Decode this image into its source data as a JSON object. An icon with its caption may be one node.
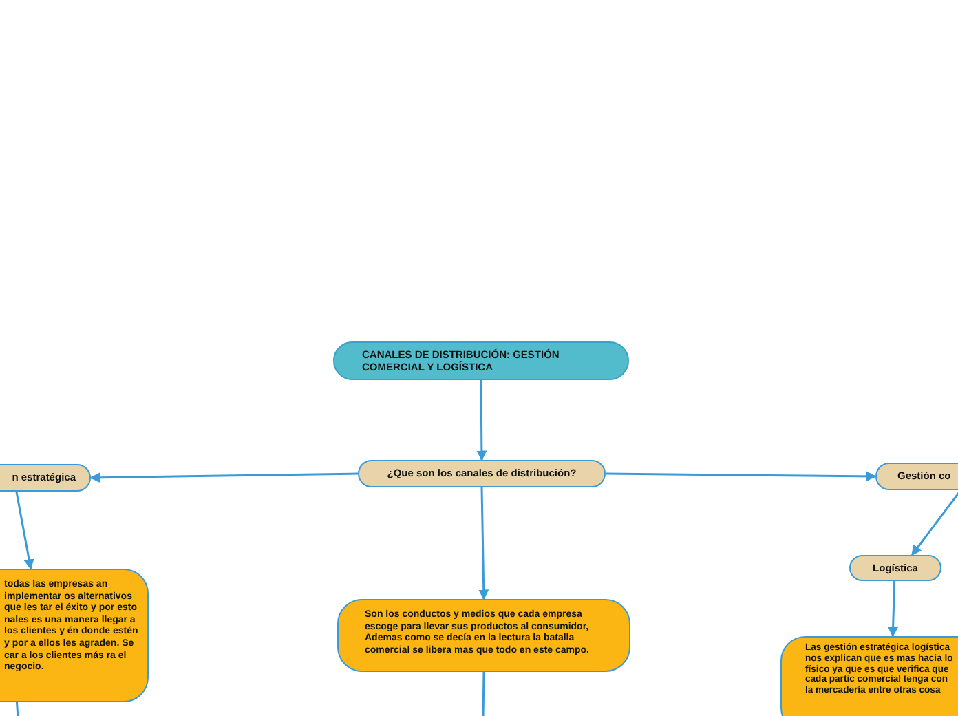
{
  "diagram": {
    "nodes": [
      {
        "text": [
          "CANALES DE DISTRIBUCIÓN: GESTIÓN COMERCIAL Y  LOGÍSTICA"
        ]
      },
      {
        "text": [
          "¿Que son los canales de distribución?"
        ]
      },
      {
        "text": [
          "n estratégica"
        ]
      },
      {
        "text": [
          "Gestión co"
        ]
      },
      {
        "text": [
          "Son los conductos y medios que cada empresa escoge para llevar sus productos al consumidor, Ademas como se decía en la lectura la batalla comercial se libera mas que todo en este campo."
        ]
      },
      {
        "text": [
          "todas las empresas an implementar os alternativos que les tar el éxito y por esto nales es una manera llegar a los clientes y én donde estén y por a ellos les agraden. Se car a los clientes más ra el negocio."
        ]
      },
      {
        "text": [
          "Logística"
        ]
      },
      {
        "text": [
          "Las gestión estratégica logística nos explican que es mas hacia lo físico ya que es que verifica que cada partic comercial tenga con la mercadería entre otras cosa"
        ]
      }
    ],
    "edges": [
      {
        "from": 0,
        "to": 1,
        "arrow": "to"
      },
      {
        "from": 1,
        "to": 2,
        "arrow": "to"
      },
      {
        "from": 1,
        "to": 3,
        "arrow": "to"
      },
      {
        "from": 1,
        "to": 4,
        "arrow": "to"
      },
      {
        "from": 2,
        "to": 5,
        "arrow": "to"
      },
      {
        "from": 3,
        "to": 6,
        "arrow": "to"
      },
      {
        "from": 6,
        "to": 7,
        "arrow": "to"
      },
      {
        "from": 5,
        "to": null,
        "arrow": "none"
      },
      {
        "from": 4,
        "to": null,
        "arrow": "none"
      }
    ]
  }
}
